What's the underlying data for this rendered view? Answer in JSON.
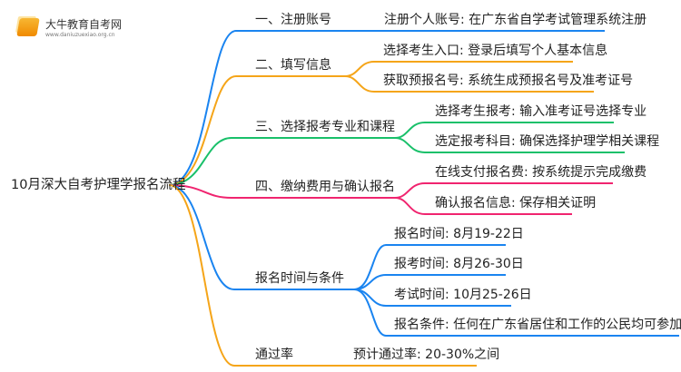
{
  "logo": {
    "name": "大牛教育自考网",
    "url": "www.daniuzuexiao.org.cn"
  },
  "root": "10月深大自考护理学报名流程",
  "colors": {
    "blue": "#1a84f0",
    "orange": "#f5a519",
    "green": "#19c06a",
    "pink": "#f0246f"
  },
  "branches": [
    {
      "label": "一、注册账号",
      "leaves": [
        "注册个人账号: 在广东省自学考试管理系统注册"
      ]
    },
    {
      "label": "二、填写信息",
      "leaves": [
        "选择考生入口: 登录后填写个人基本信息",
        "获取预报名号: 系统生成预报名号及准考证号"
      ]
    },
    {
      "label": "三、选择报考专业和课程",
      "leaves": [
        "选择考生报考: 输入准考证号选择专业",
        "选定报考科目: 确保选择护理学相关课程"
      ]
    },
    {
      "label": "四、缴纳费用与确认报名",
      "leaves": [
        "在线支付报名费: 按系统提示完成缴费",
        "确认报名信息: 保存相关证明"
      ]
    },
    {
      "label": "报名时间与条件",
      "leaves": [
        "报名时间: 8月19-22日",
        "报考时间: 8月26-30日",
        "考试时间: 10月25-26日",
        "报名条件: 任何在广东省居住和工作的公民均可参加"
      ]
    },
    {
      "label": "通过率",
      "leaves": [
        "预计通过率: 20-30%之间"
      ]
    }
  ]
}
